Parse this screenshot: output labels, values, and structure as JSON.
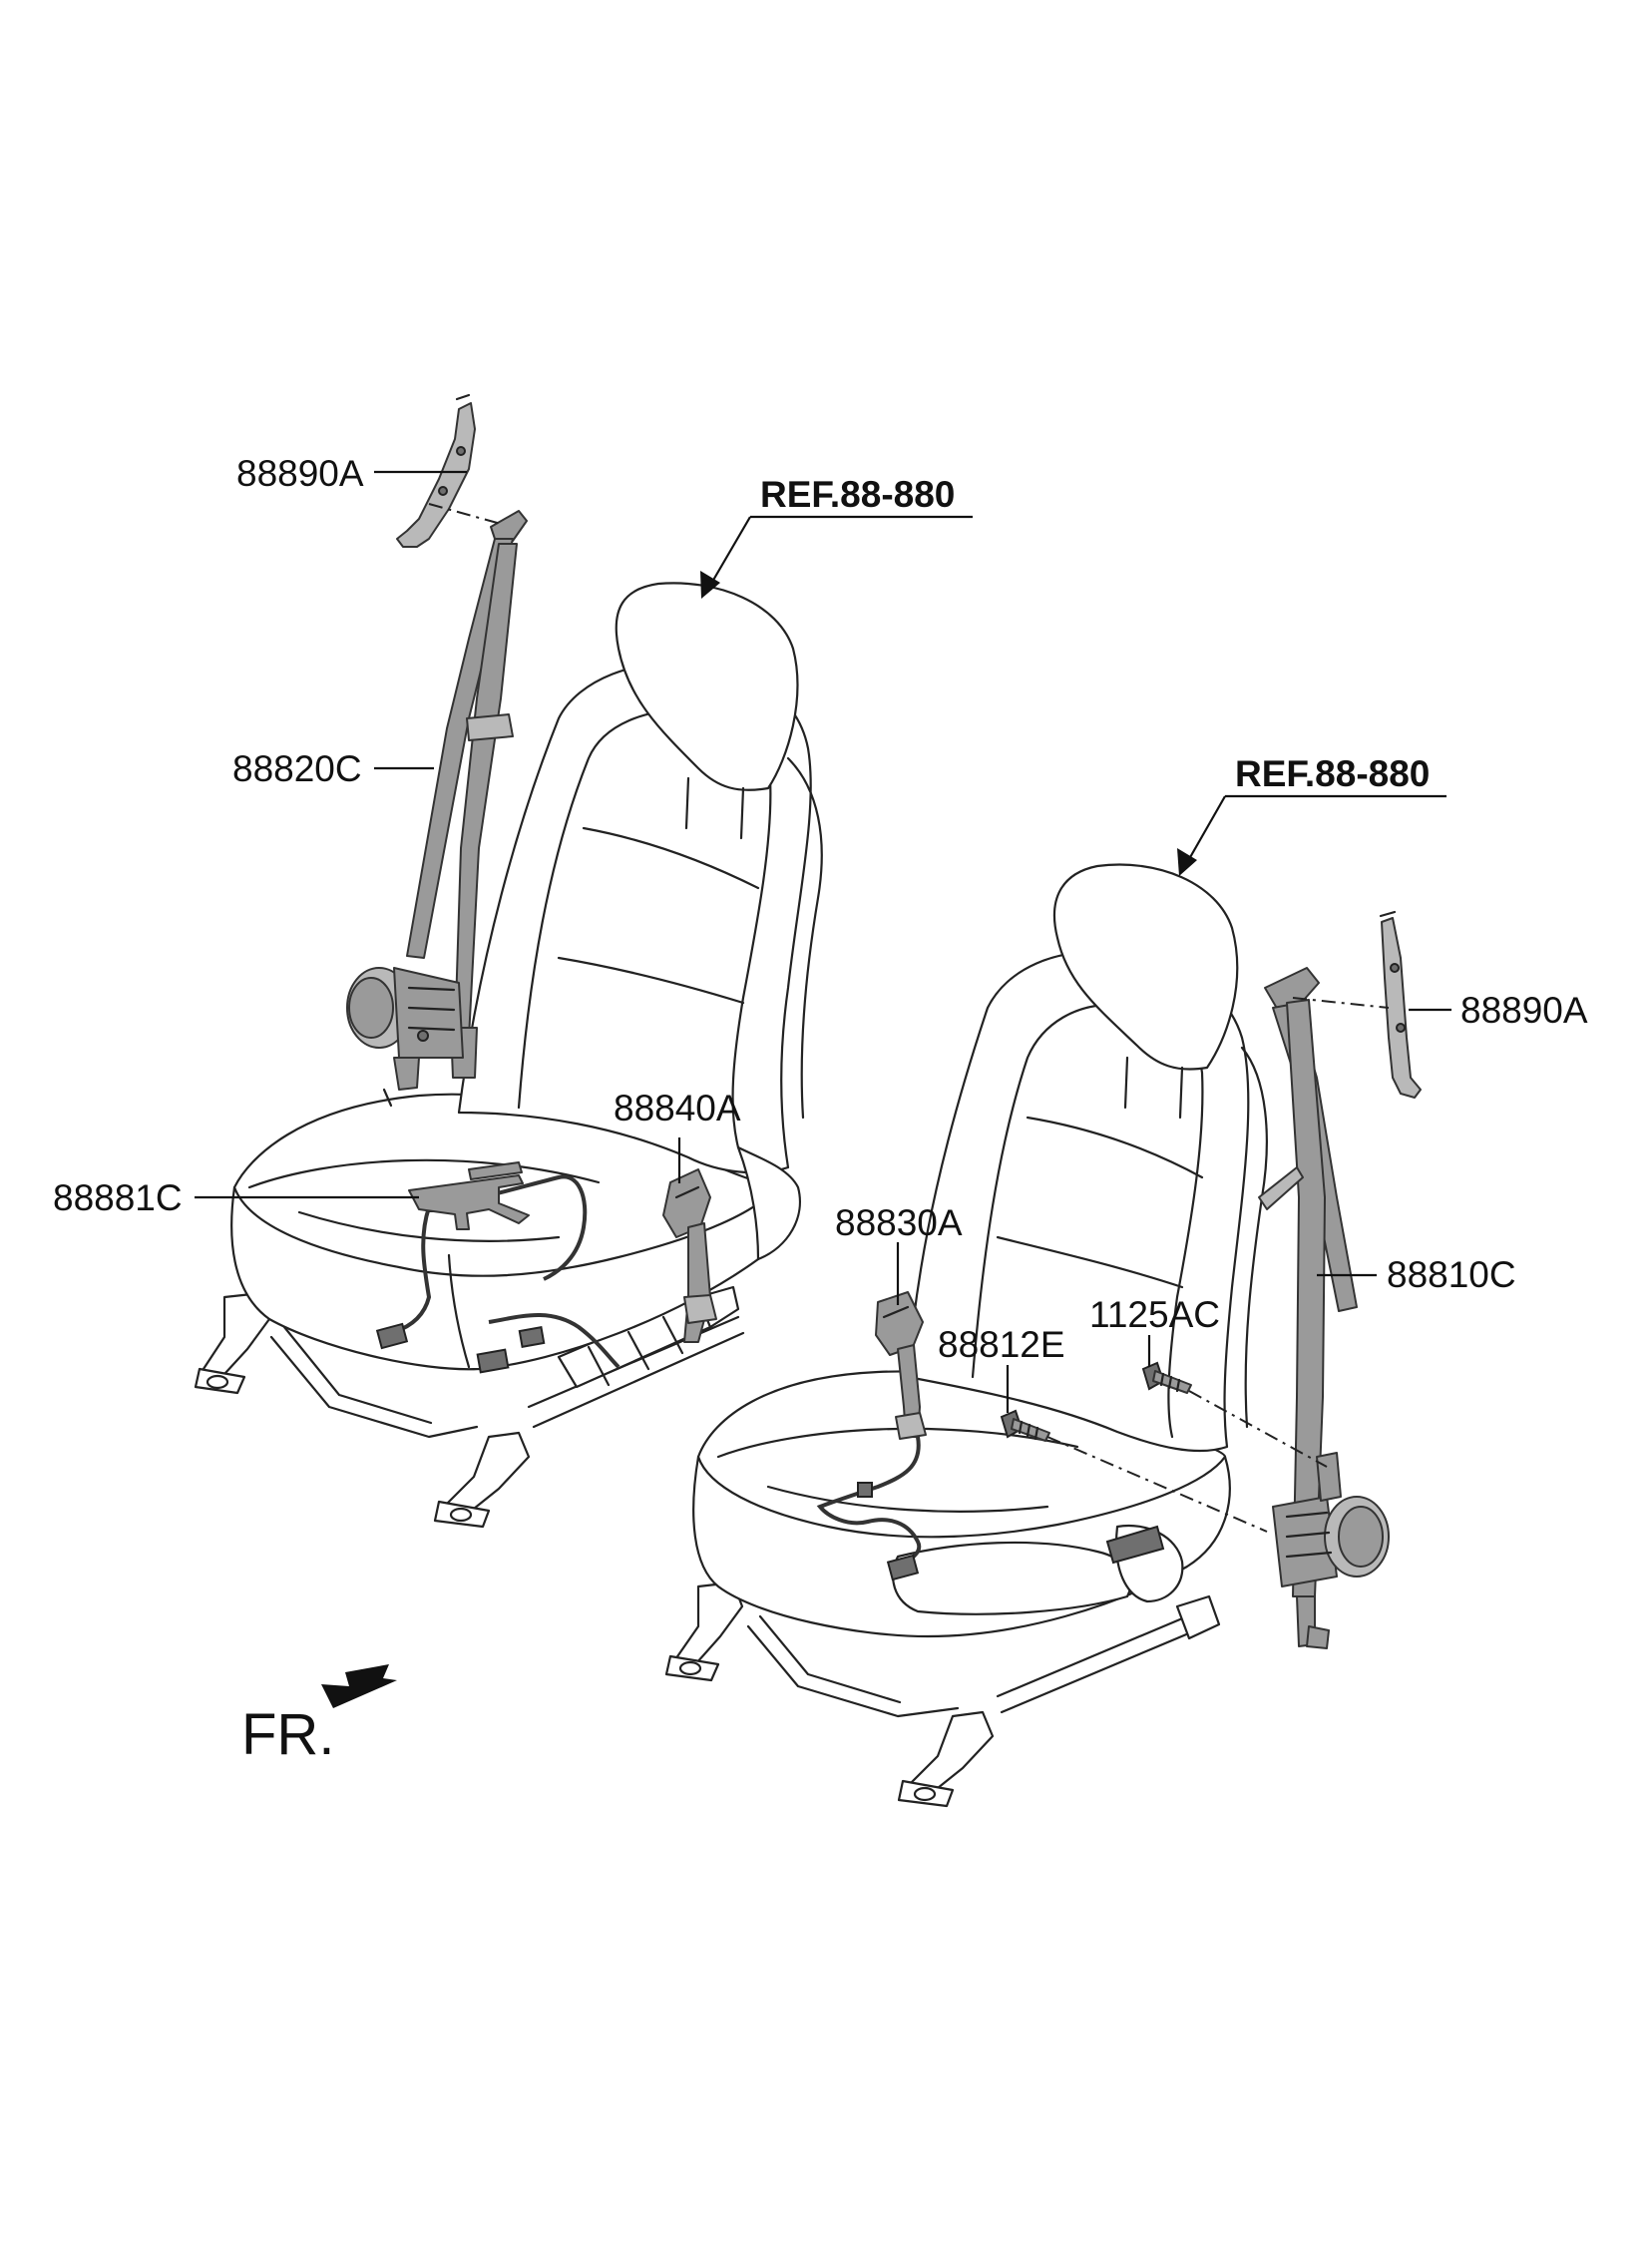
{
  "labels": {
    "p88890A_left": "88890A",
    "p88820C": "88820C",
    "p88840A": "88840A",
    "p88881C": "88881C",
    "ref_left": "REF.88-880",
    "ref_right": "REF.88-880",
    "p88890A_right": "88890A",
    "p88830A": "88830A",
    "p88812E": "88812E",
    "p1125AC": "1125AC",
    "p88810C": "88810C",
    "front_marker": "FR."
  },
  "icons": {
    "front_arrow": "front-direction-arrow-icon",
    "ref_arrow": "reference-arrow-icon"
  },
  "colors": {
    "line": "#222222",
    "part_fill": "#9a9a9a",
    "background": "#ffffff"
  }
}
